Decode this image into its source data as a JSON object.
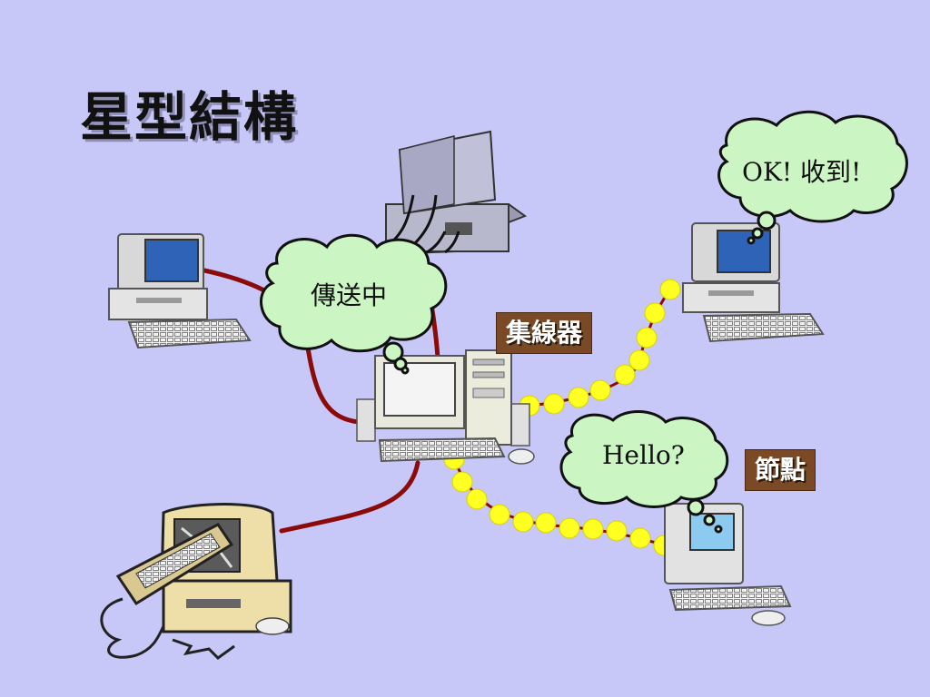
{
  "title": "星型結構",
  "labels": {
    "hub": "集線器",
    "node": "節點"
  },
  "bubbles": {
    "sending": "傳送中",
    "received": "OK! 收到!",
    "hello": "Hello?"
  },
  "colors": {
    "background": "#c8c8f8",
    "cable": "#8b0a0a",
    "signal": "#ffff22",
    "bubble": "#ccf5c4",
    "tag": "#7a4a26"
  },
  "icons": [
    "printer-icon",
    "computer-icon",
    "old-computer-icon",
    "hub-computer-icon",
    "mac-computer-icon"
  ]
}
